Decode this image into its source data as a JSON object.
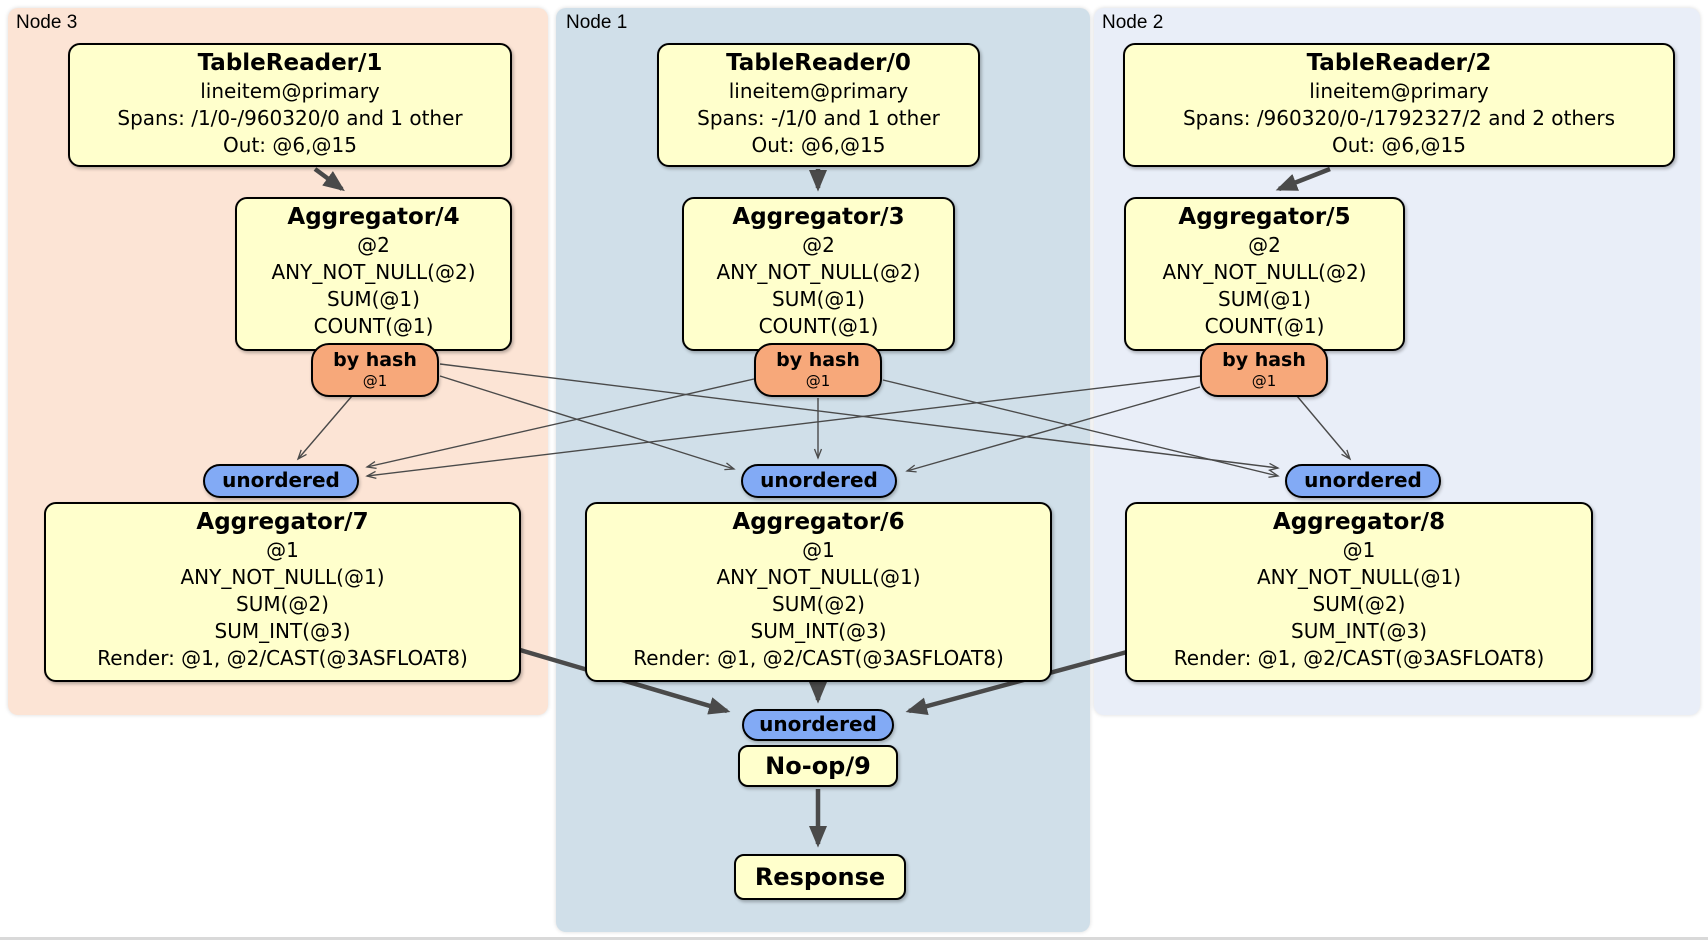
{
  "nodes": {
    "node3": {
      "label": "Node 3"
    },
    "node1": {
      "label": "Node 1"
    },
    "node2": {
      "label": "Node 2"
    }
  },
  "processors": {
    "tr1": {
      "title": "TableReader/1",
      "lines": [
        "lineitem@primary",
        "Spans: /1/0-/960320/0 and 1 other",
        "Out: @6,@15"
      ]
    },
    "tr0": {
      "title": "TableReader/0",
      "lines": [
        "lineitem@primary",
        "Spans: -/1/0 and 1 other",
        "Out: @6,@15"
      ]
    },
    "tr2": {
      "title": "TableReader/2",
      "lines": [
        "lineitem@primary",
        "Spans: /960320/0-/1792327/2 and 2 others",
        "Out: @6,@15"
      ]
    },
    "agg4": {
      "title": "Aggregator/4",
      "lines": [
        "@2",
        "ANY_NOT_NULL(@2)",
        "SUM(@1)",
        "COUNT(@1)"
      ]
    },
    "agg3": {
      "title": "Aggregator/3",
      "lines": [
        "@2",
        "ANY_NOT_NULL(@2)",
        "SUM(@1)",
        "COUNT(@1)"
      ]
    },
    "agg5": {
      "title": "Aggregator/5",
      "lines": [
        "@2",
        "ANY_NOT_NULL(@2)",
        "SUM(@1)",
        "COUNT(@1)"
      ]
    },
    "agg7": {
      "title": "Aggregator/7",
      "lines": [
        "@1",
        "ANY_NOT_NULL(@1)",
        "SUM(@2)",
        "SUM_INT(@3)",
        "Render: @1, @2/CAST(@3ASFLOAT8)"
      ]
    },
    "agg6": {
      "title": "Aggregator/6",
      "lines": [
        "@1",
        "ANY_NOT_NULL(@1)",
        "SUM(@2)",
        "SUM_INT(@3)",
        "Render: @1, @2/CAST(@3ASFLOAT8)"
      ]
    },
    "agg8": {
      "title": "Aggregator/8",
      "lines": [
        "@1",
        "ANY_NOT_NULL(@1)",
        "SUM(@2)",
        "SUM_INT(@3)",
        "Render: @1, @2/CAST(@3ASFLOAT8)"
      ]
    },
    "noop": {
      "title": "No-op/9"
    },
    "response": {
      "title": "Response"
    }
  },
  "routers": {
    "r3": {
      "label": "by hash",
      "detail": "@1"
    },
    "r1": {
      "label": "by hash",
      "detail": "@1"
    },
    "r2": {
      "label": "by hash",
      "detail": "@1"
    }
  },
  "syncs": {
    "u3": {
      "label": "unordered"
    },
    "u1": {
      "label": "unordered"
    },
    "u2": {
      "label": "unordered"
    },
    "ubottom": {
      "label": "unordered"
    }
  },
  "edges": [
    {
      "from": "TableReader/1",
      "to": "Aggregator/4",
      "style": "thick"
    },
    {
      "from": "TableReader/0",
      "to": "Aggregator/3",
      "style": "thick"
    },
    {
      "from": "TableReader/2",
      "to": "Aggregator/5",
      "style": "thick"
    },
    {
      "from": "Aggregator/4 by hash router",
      "to": "Node 3 unordered sync",
      "style": "thin"
    },
    {
      "from": "Aggregator/4 by hash router",
      "to": "Node 1 unordered sync",
      "style": "thin"
    },
    {
      "from": "Aggregator/4 by hash router",
      "to": "Node 2 unordered sync",
      "style": "thin"
    },
    {
      "from": "Aggregator/3 by hash router",
      "to": "Node 3 unordered sync",
      "style": "thin"
    },
    {
      "from": "Aggregator/3 by hash router",
      "to": "Node 1 unordered sync",
      "style": "thin"
    },
    {
      "from": "Aggregator/3 by hash router",
      "to": "Node 2 unordered sync",
      "style": "thin"
    },
    {
      "from": "Aggregator/5 by hash router",
      "to": "Node 3 unordered sync",
      "style": "thin"
    },
    {
      "from": "Aggregator/5 by hash router",
      "to": "Node 1 unordered sync",
      "style": "thin"
    },
    {
      "from": "Aggregator/5 by hash router",
      "to": "Node 2 unordered sync",
      "style": "thin"
    },
    {
      "from": "Aggregator/7",
      "to": "final unordered sync",
      "style": "thick"
    },
    {
      "from": "Aggregator/6",
      "to": "final unordered sync",
      "style": "thick"
    },
    {
      "from": "Aggregator/8",
      "to": "final unordered sync",
      "style": "thick"
    },
    {
      "from": "No-op/9",
      "to": "Response",
      "style": "thick"
    }
  ],
  "colors": {
    "panel_node3_bg": "#fce4d5",
    "panel_node1_bg": "#d0dfe9",
    "panel_node2_bg": "#e9eef8",
    "processor_box_bg": "#ffffcc",
    "router_bg": "#f7a87a",
    "sync_bg": "#82aaf5",
    "border": "#000000",
    "edge": "#4a4a4a"
  }
}
